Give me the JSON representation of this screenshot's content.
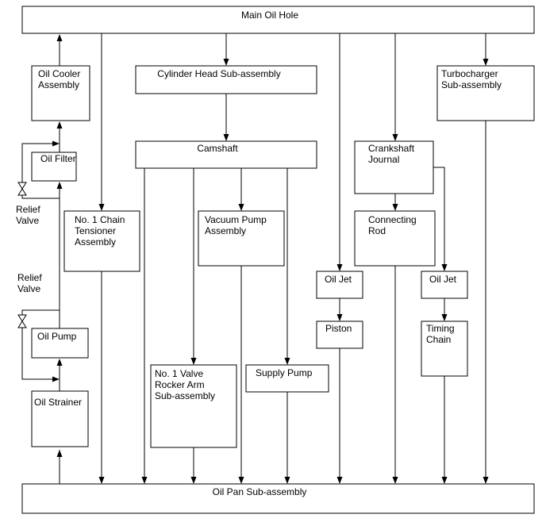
{
  "main_oil_hole": "Main Oil Hole",
  "oil_pan": "Oil Pan Sub-assembly",
  "oil_cooler": [
    "Oil Cooler",
    "Assembly"
  ],
  "oil_filter": "Oil Filter",
  "relief_valve_1": [
    "Relief",
    "Valve"
  ],
  "relief_valve_2": [
    "Relief",
    "Valve"
  ],
  "oil_pump": "Oil Pump",
  "oil_strainer": "Oil Strainer",
  "chain_tensioner": [
    "No. 1 Chain",
    "Tensioner",
    "Assembly"
  ],
  "cylinder_head": "Cylinder Head Sub-assembly",
  "camshaft": "Camshaft",
  "vacuum_pump": [
    "Vacuum Pump",
    "Assembly"
  ],
  "valve_rocker_arm": [
    "No. 1 Valve",
    "Rocker Arm",
    "Sub-assembly"
  ],
  "supply_pump": "Supply Pump",
  "oil_jet_piston": "Oil Jet",
  "piston": "Piston",
  "crankshaft_journal": [
    "Crankshaft",
    "Journal"
  ],
  "connecting_rod": [
    "Connecting",
    "Rod"
  ],
  "oil_jet_chain": "Oil Jet",
  "timing_chain": [
    "Timing",
    "Chain"
  ],
  "turbocharger": [
    "Turbocharger",
    "Sub-assembly"
  ]
}
